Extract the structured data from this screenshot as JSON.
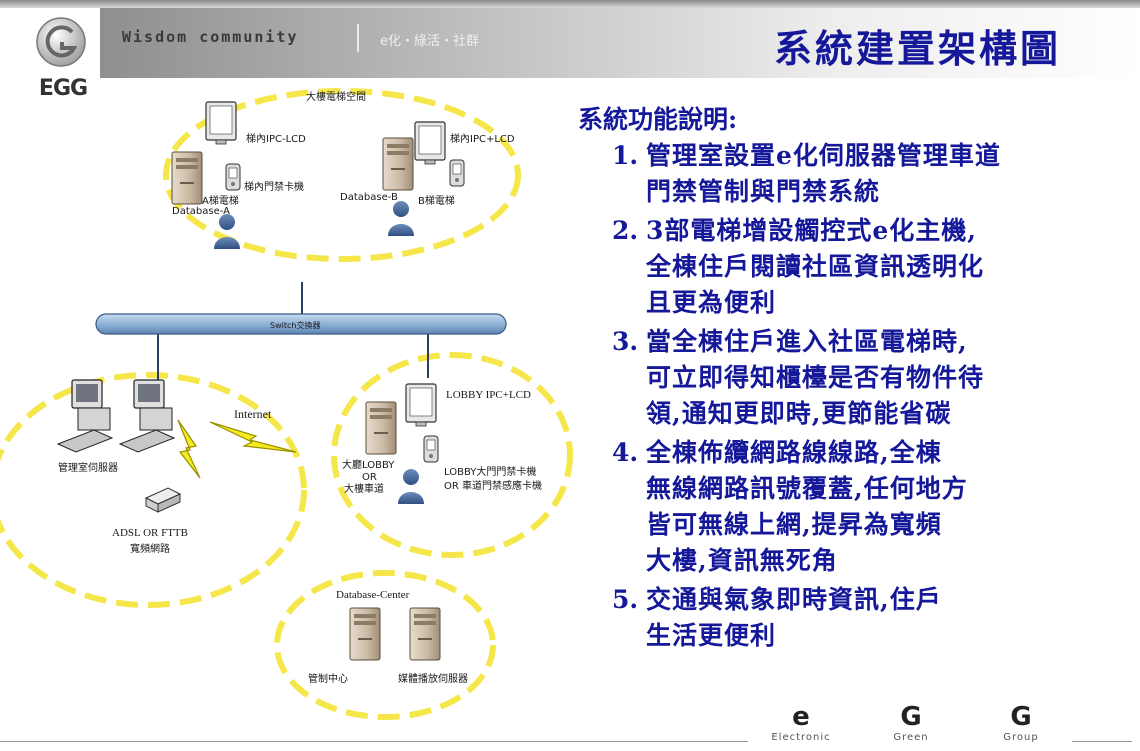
{
  "header": {
    "logo_text": "EGG",
    "tagline": "Wisdom community",
    "tagline_cn": "e化・綠活・社群",
    "title": "系統建置架構圖"
  },
  "description": {
    "heading": "系統功能說明:",
    "items": [
      {
        "num": "1.",
        "lines": [
          "管理室設置e化伺服器管理車道",
          "門禁管制與門禁系統"
        ]
      },
      {
        "num": "2.",
        "lines": [
          "3部電梯增設觸控式e化主機,",
          "全棟住戶閱讀社區資訊透明化",
          "且更為便利"
        ]
      },
      {
        "num": "3.",
        "lines": [
          "當全棟住戶進入社區電梯時,",
          "可立即得知櫃檯是否有物件待",
          "領,通知更即時,更節能省碳"
        ]
      },
      {
        "num": "4.",
        "lines": [
          "全棟佈纜網路線線路,全棟",
          "無線網路訊號覆蓋,任何地方",
          "皆可無線上網,提昇為寬頻",
          "大樓,資訊無死角"
        ]
      },
      {
        "num": "5.",
        "lines": [
          "交通與氣象即時資訊,住戶",
          "生活更便利"
        ]
      }
    ]
  },
  "diagram": {
    "elevator_zone": {
      "title": "大樓電梯空間",
      "lcd_a": "梯內IPC-LCD",
      "lcd_b": "梯內IPC+LCD",
      "card_a": "梯內門禁卡機",
      "elev_a": "A梯電梯",
      "db_a": "Database-A",
      "db_b": "Database-B",
      "elev_b": "B梯電梯"
    },
    "switch": "Switch交換器",
    "internet": "Internet",
    "office_zone": {
      "server": "管理室伺服器",
      "adsl": "ADSL OR FTTB",
      "broadband": "寬頻網路"
    },
    "lobby_zone": {
      "lcd": "LOBBY IPC+LCD",
      "lobby_line1": "大廳LOBBY",
      "lobby_line2": "OR",
      "lobby_line3": "大樓車道",
      "card_line1": "LOBBY大門門禁卡機",
      "card_line2": "OR 車道門禁感應卡機"
    },
    "center_zone": {
      "title": "Database-Center",
      "control": "管制中心",
      "media": "媒體播放伺服器"
    }
  },
  "footer": {
    "glyphs": [
      "e",
      "G",
      "G"
    ],
    "words": [
      "Electronic",
      "Green",
      "Group"
    ]
  },
  "colors": {
    "title_blue": "#141899",
    "dash_yellow": "#f5e64a",
    "bolt_yellow": "#f4ea1e"
  }
}
